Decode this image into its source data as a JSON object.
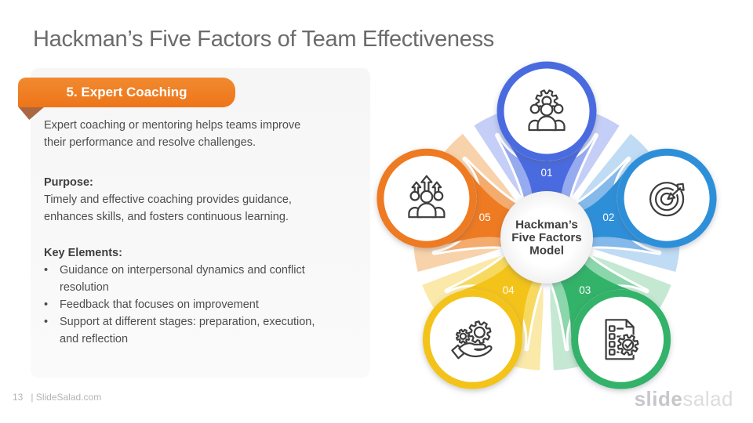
{
  "slide": {
    "title": "Hackman’s Five Factors of Team Effectiveness",
    "page_number": "13",
    "footer_link": "| SlideSalad.com",
    "watermark_bold": "slide",
    "watermark_light": "salad"
  },
  "card": {
    "badge_label": "5. Expert Coaching",
    "intro": "Expert coaching or mentoring helps teams improve\ntheir performance and resolve challenges.",
    "purpose_label": "Purpose:",
    "purpose_text": "Timely and effective coaching provides guidance,\nenhances skills, and fosters continuous learning.",
    "key_elements_label": "Key Elements:",
    "bullet_char": "•",
    "bullets": [
      "Guidance on interpersonal dynamics and conflict\nresolution",
      "Feedback that focuses on improvement",
      "Support at different stages: preparation, execution,\nand reflection"
    ]
  },
  "diagram": {
    "center_lines": [
      "Hackman’s",
      "Five Factors",
      "Model"
    ],
    "petals": [
      {
        "number": "01",
        "icon": "team-gear-icon",
        "color": "#4a6bdf",
        "medium": "#96abef",
        "pale": "#c4cef6"
      },
      {
        "number": "02",
        "icon": "target-arrow-icon",
        "color": "#2e8fd9",
        "medium": "#84b9e9",
        "pale": "#c0dbf4"
      },
      {
        "number": "03",
        "icon": "checklist-gear-icon",
        "color": "#33b269",
        "medium": "#8cd6ab",
        "pale": "#c4e8d2"
      },
      {
        "number": "04",
        "icon": "hand-gears-icon",
        "color": "#f3c31a",
        "medium": "#f8d95f",
        "pale": "#fae9a8"
      },
      {
        "number": "05",
        "icon": "people-growth-icon",
        "color": "#ee7a22",
        "medium": "#f4ab6e",
        "pale": "#f8d2aa"
      }
    ]
  },
  "colors": {
    "accent_orange": "#ee7519",
    "ribbon_fold": "#ab6742",
    "title_gray": "#6b6b6b",
    "body_gray": "#4d4d4d",
    "icon_stroke": "#3d3d3d"
  }
}
